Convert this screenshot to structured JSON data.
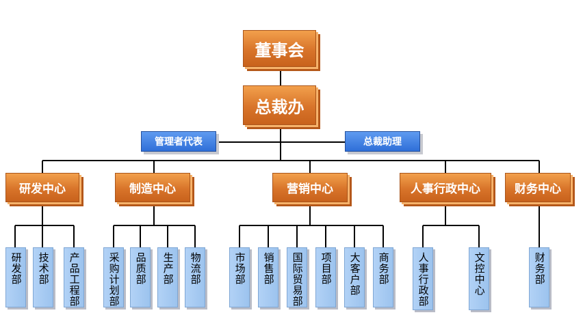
{
  "top": {
    "board": "董事会",
    "president_office": "总裁办"
  },
  "assistants": {
    "management_rep": "管理者代表",
    "president_assistant": "总裁助理"
  },
  "centers": {
    "rd": {
      "label": "研发中心",
      "depts": [
        "研发部",
        "技术部",
        "产品工程部"
      ]
    },
    "manufacturing": {
      "label": "制造中心",
      "depts": [
        "采购计划部",
        "品质部",
        "生产部",
        "物流部"
      ]
    },
    "marketing": {
      "label": "营销中心",
      "depts": [
        "市场部",
        "销售部",
        "国际贸易部",
        "项目部",
        "大客户部",
        "商务部"
      ]
    },
    "hr_admin": {
      "label": "人事行政中心",
      "depts": [
        "人事行政部",
        "文控中心"
      ]
    },
    "finance": {
      "label": "财务中心",
      "depts": [
        "财务部"
      ]
    }
  }
}
